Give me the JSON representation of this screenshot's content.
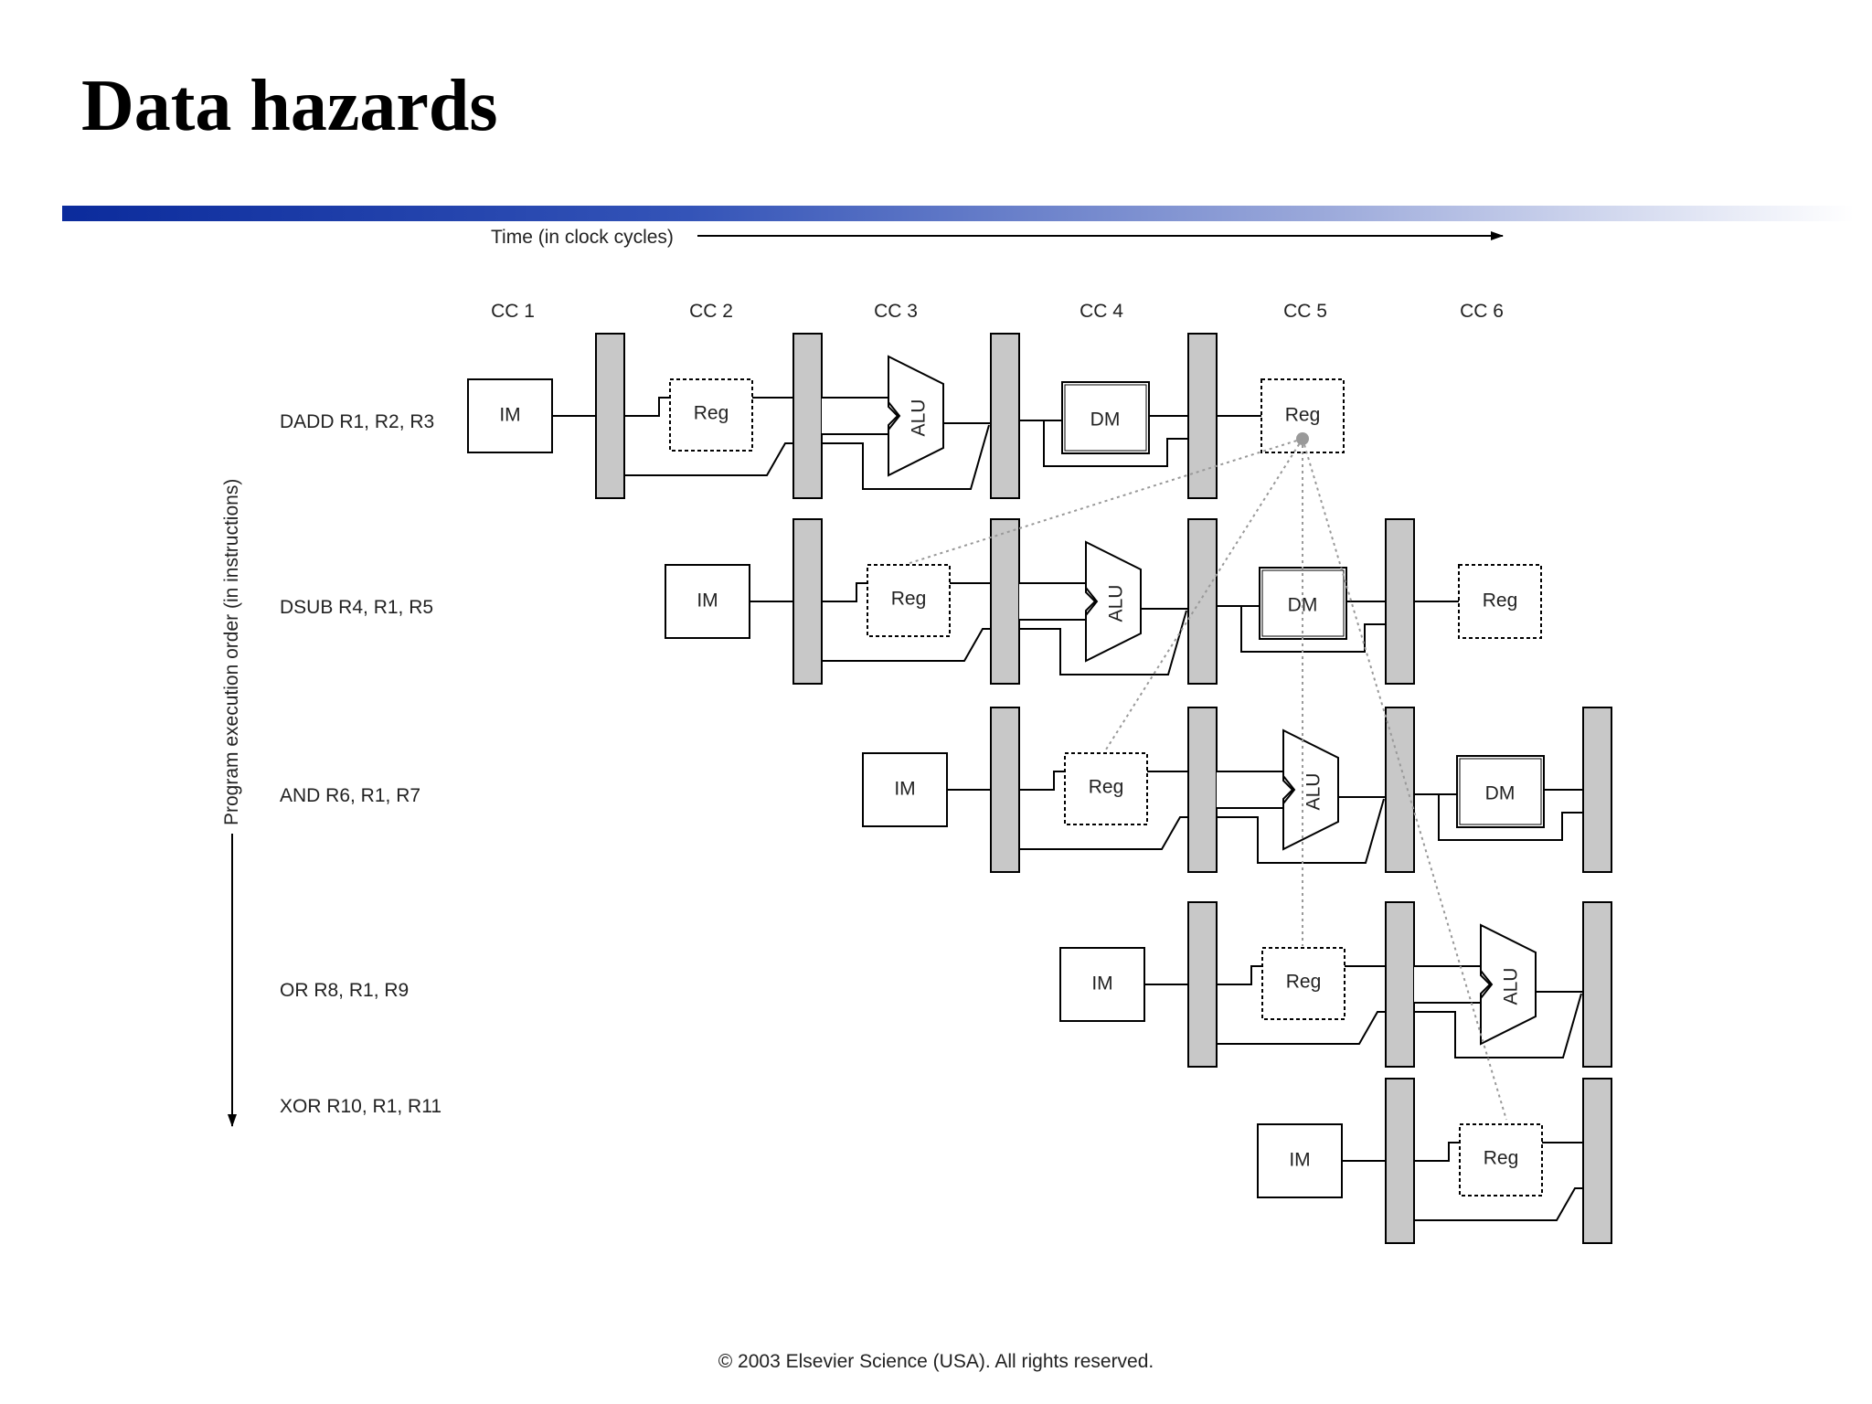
{
  "title": "Data hazards",
  "time_axis_label": "Time (in clock cycles)",
  "order_axis_label": "Program execution order (in instructions)",
  "clock_cycles": [
    "CC 1",
    "CC 2",
    "CC 3",
    "CC 4",
    "CC 5",
    "CC 6"
  ],
  "stage_labels": {
    "im": "IM",
    "reg": "Reg",
    "alu": "ALU",
    "dm": "DM"
  },
  "instructions": [
    {
      "text": "DADD R1, R2, R3",
      "stages": [
        "IM",
        "Reg",
        "ALU",
        "DM",
        "Reg"
      ]
    },
    {
      "text": "DSUB R4, R1, R5",
      "stages": [
        "IM",
        "Reg",
        "ALU",
        "DM",
        "Reg"
      ]
    },
    {
      "text": "AND R6, R1, R7",
      "stages": [
        "IM",
        "Reg",
        "ALU",
        "DM"
      ]
    },
    {
      "text": "OR R8, R1, R9",
      "stages": [
        "IM",
        "Reg",
        "ALU"
      ]
    },
    {
      "text": "XOR R10, R1, R11",
      "stages": [
        "IM",
        "Reg"
      ]
    }
  ],
  "copyright": "© 2003 Elsevier Science (USA). All rights reserved.",
  "colors": {
    "title_rule_start": "#0b2b9c",
    "pipeline_register": "#c8c8c8",
    "dependency_line": "#999999"
  }
}
